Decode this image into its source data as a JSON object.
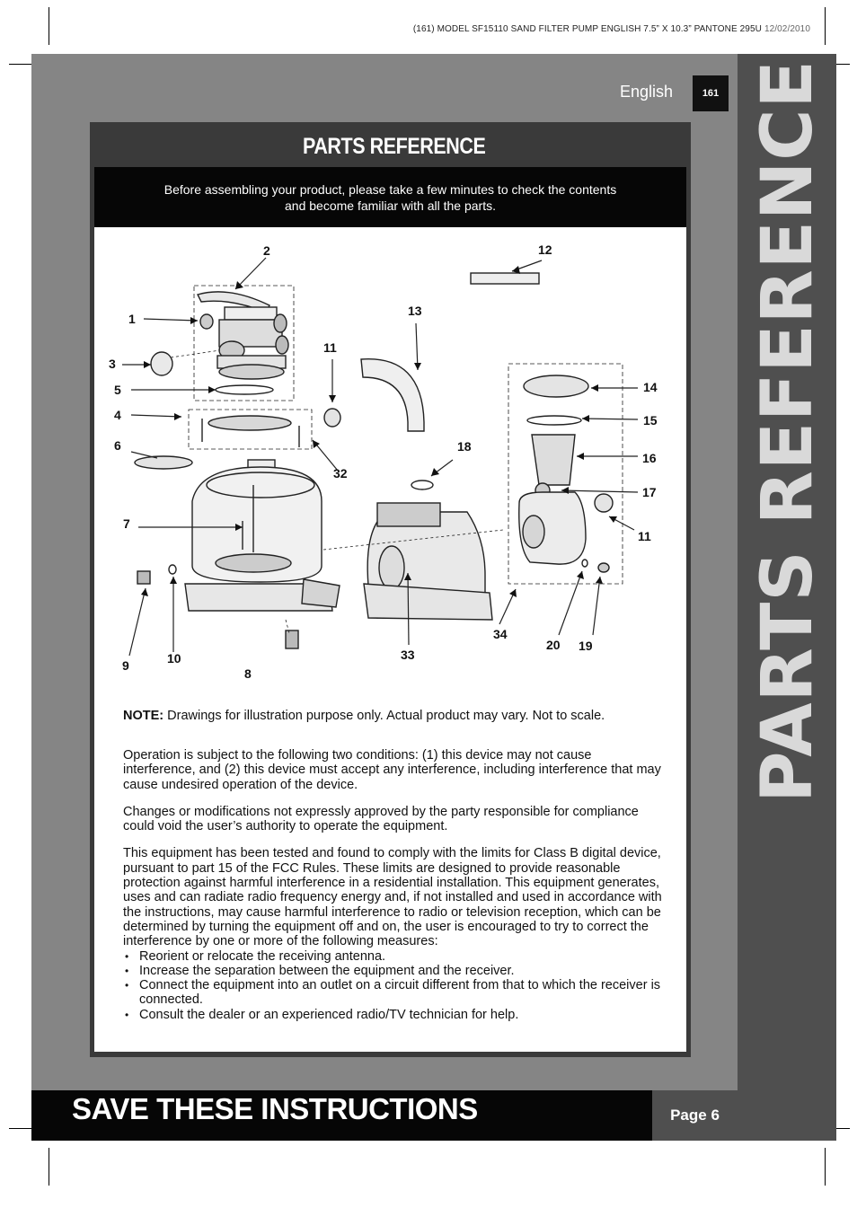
{
  "header": {
    "model_line": "(161)  MODEL SF15110 SAND FILTER PUMP  ENGLISH  7.5” X 10.3”  PANTONE 295U",
    "date": "12/02/2010"
  },
  "language": "English",
  "page_badge": "161",
  "side_title": "PARTS REFERENCE",
  "section": {
    "title": "PARTS REFERENCE",
    "intro_line1": "Before assembling your product, please take a few minutes to check the contents",
    "intro_line2": "and become familiar with all the parts."
  },
  "diagram": {
    "labels": {
      "p1": "1",
      "p2": "2",
      "p3": "3",
      "p4": "4",
      "p5": "5",
      "p6": "6",
      "p7": "7",
      "p8": "8",
      "p9": "9",
      "p10": "10",
      "p11a": "11",
      "p11b": "11",
      "p12": "12",
      "p13": "13",
      "p14": "14",
      "p15": "15",
      "p16": "16",
      "p17": "17",
      "p18": "18",
      "p19": "19",
      "p20": "20",
      "p32": "32",
      "p33": "33",
      "p34": "34"
    }
  },
  "note": {
    "label": "NOTE:",
    "text": " Drawings for illustration purpose only. Actual product may vary. Not to scale."
  },
  "fcc": {
    "p1": "Operation is subject to the following two conditions: (1) this device may not cause interference, and (2) this device must accept any interference, including interference that may cause undesired operation of the device.",
    "p2": "Changes or modifications not expressly approved by the party responsible for compliance could void the user’s authority to operate the equipment.",
    "p3": "This equipment has been tested and found to comply with the limits for Class B digital device, pursuant to part 15 of the FCC Rules. These limits are designed to provide reasonable protection against harmful interference in a residential installation. This equipment generates, uses and can radiate radio frequency energy and, if not installed and used in accordance with the instructions, may cause harmful interference to radio or television reception, which can be determined by turning the equipment off and on, the user is encouraged to try to correct the interference by one or more of the following measures:",
    "bullets": [
      "Reorient or relocate the receiving antenna.",
      "Increase the separation between the equipment and the receiver.",
      "Connect the equipment into an outlet on a circuit different from that to which the receiver is connected.",
      "Consult the dealer or an experienced radio/TV technician for help."
    ]
  },
  "footer": {
    "title": "SAVE THESE INSTRUCTIONS",
    "page": "Page 6"
  }
}
